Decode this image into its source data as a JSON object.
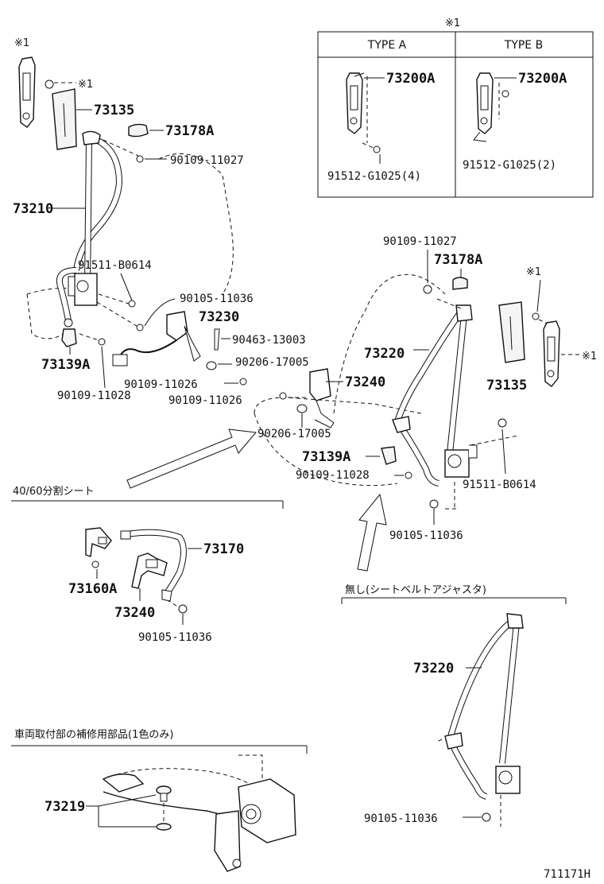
{
  "type_table": {
    "note_mark": "※1",
    "type_a_label": "TYPE A",
    "type_b_label": "TYPE B",
    "type_a_part": "73200A",
    "type_b_part": "73200A",
    "type_a_bolt": "91512-G1025(4)",
    "type_b_bolt": "91512-G1025(2)"
  },
  "left_assembly": {
    "mark_top": "※1",
    "mark_bolt": "※1",
    "p73135": "73135",
    "p73178a": "73178A",
    "p90109_11027": "90109-11027",
    "p73210": "73210",
    "p91511_b0614": "91511-B0614",
    "p90105_11036": "90105-11036",
    "p73230": "73230",
    "p90463_13003": "90463-13003",
    "p73139a": "73139A",
    "p90206_17005": "90206-17005",
    "p90109_11026_a": "90109-11026",
    "p90109_11028": "90109-11028"
  },
  "right_assembly": {
    "p90109_11027": "90109-11027",
    "p73178a": "73178A",
    "mark_top": "※1",
    "mark_side": "※1",
    "p73220": "73220",
    "p73240": "73240",
    "p73135": "73135",
    "p90109_11026": "90109-11026",
    "p90206_17005": "90206-17005",
    "p73139a": "73139A",
    "p90109_11028": "90109-11028",
    "p91511_b0614": "91511-B0614",
    "p90105_11036": "90105-11036"
  },
  "split_seat": {
    "heading": "40/60分割シート",
    "p73170": "73170",
    "p73160a": "73160A",
    "p73240": "73240",
    "p90105_11036": "90105-11036"
  },
  "no_adjuster": {
    "heading": "無し(シートベルトアジャスタ)",
    "p73220": "73220",
    "p90105_11036": "90105-11036"
  },
  "repair_parts": {
    "heading": "車両取付部の補修用部品(1色のみ)",
    "p73219": "73219"
  },
  "figure_id": "711171H"
}
